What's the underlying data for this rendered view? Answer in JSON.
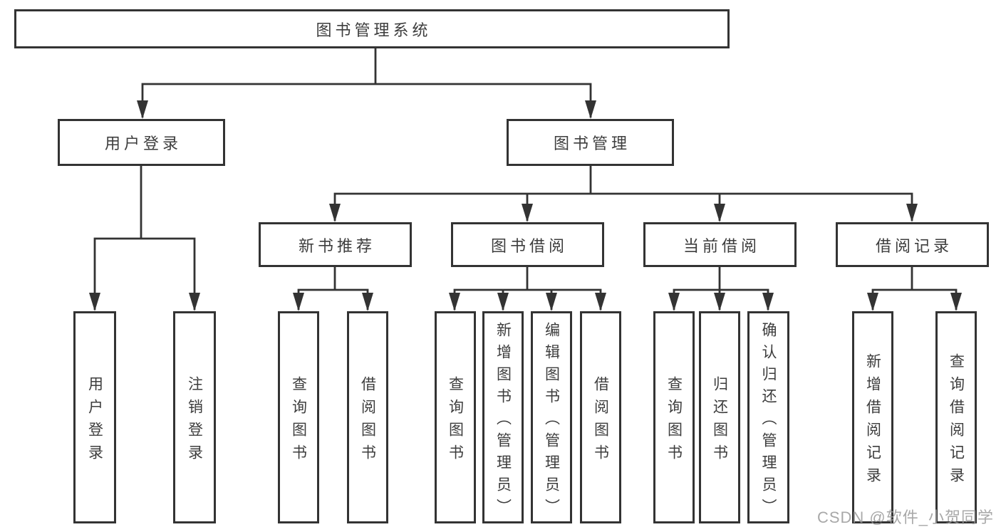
{
  "colors": {
    "line": "#333333",
    "text": "#3d3d3d",
    "box_bg": "#ffffff",
    "watermark": "#9a9a9a"
  },
  "watermark": "CSDN @软件_小贺同学",
  "diagram": {
    "root": {
      "label": "图书管理系统"
    },
    "level1": [
      {
        "id": "user-login",
        "label": "用户登录"
      },
      {
        "id": "book-management",
        "label": "图书管理"
      }
    ],
    "level2": [
      {
        "id": "new-book-recommend",
        "label": "新书推荐"
      },
      {
        "id": "book-borrowing",
        "label": "图书借阅"
      },
      {
        "id": "current-borrowing",
        "label": "当前借阅"
      },
      {
        "id": "borrowing-records",
        "label": "借阅记录"
      }
    ],
    "leaves": [
      {
        "id": "user-login-leaf",
        "label": "用户登录"
      },
      {
        "id": "logout",
        "label": "注销登录"
      },
      {
        "id": "recommend-query-books",
        "label": "查询图书"
      },
      {
        "id": "recommend-borrow-books",
        "label": "借阅图书"
      },
      {
        "id": "borrowing-query-books",
        "label": "查询图书"
      },
      {
        "id": "add-books-admin",
        "label": "新增图书（管理员）"
      },
      {
        "id": "edit-books-admin",
        "label": "编辑图书（管理员）"
      },
      {
        "id": "borrowing-borrow-books",
        "label": "借阅图书"
      },
      {
        "id": "current-query-books",
        "label": "查询图书"
      },
      {
        "id": "return-books",
        "label": "归还图书"
      },
      {
        "id": "confirm-return-admin",
        "label": "确认归还（管理员）"
      },
      {
        "id": "add-borrow-record",
        "label": "新增借阅记录"
      },
      {
        "id": "query-borrow-record",
        "label": "查询借阅记录"
      }
    ]
  }
}
